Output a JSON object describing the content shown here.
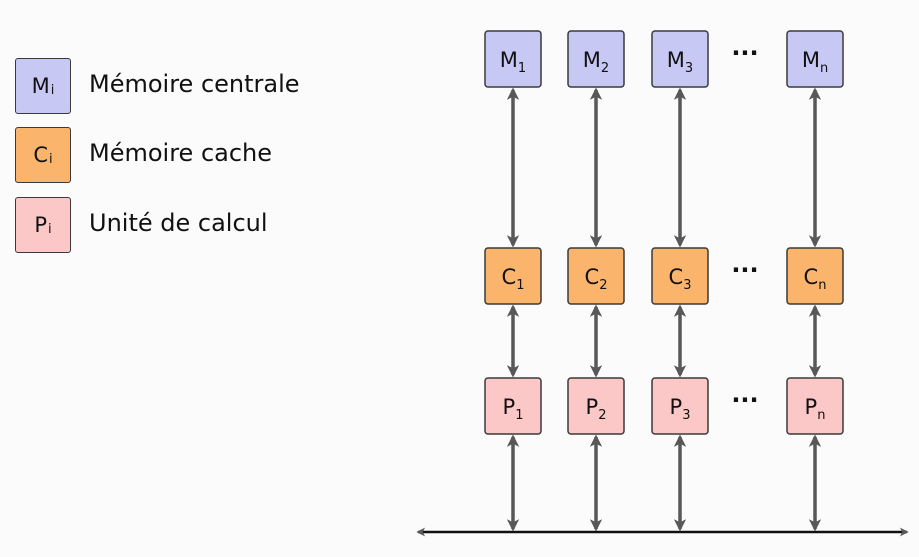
{
  "colors": {
    "memory_fill": "#c7c8f4",
    "cache_fill": "#fbb46b",
    "processor_fill": "#fbc7c7",
    "stroke": "#3a3a3a",
    "arrow": "#585858"
  },
  "legend": [
    {
      "kind": "memory",
      "box_base": "M",
      "box_sub": "i",
      "label": "Mémoire centrale"
    },
    {
      "kind": "cache",
      "box_base": "C",
      "box_sub": "i",
      "label": "Mémoire cache"
    },
    {
      "kind": "processor",
      "box_base": "P",
      "box_sub": "i",
      "label": "Unité de calcul"
    }
  ],
  "grid": {
    "subscripts": [
      "1",
      "2",
      "3",
      "n"
    ],
    "ellipsis": "···",
    "rows": [
      {
        "kind": "memory",
        "base": "M"
      },
      {
        "kind": "cache",
        "base": "C"
      },
      {
        "kind": "processor",
        "base": "P"
      }
    ]
  }
}
